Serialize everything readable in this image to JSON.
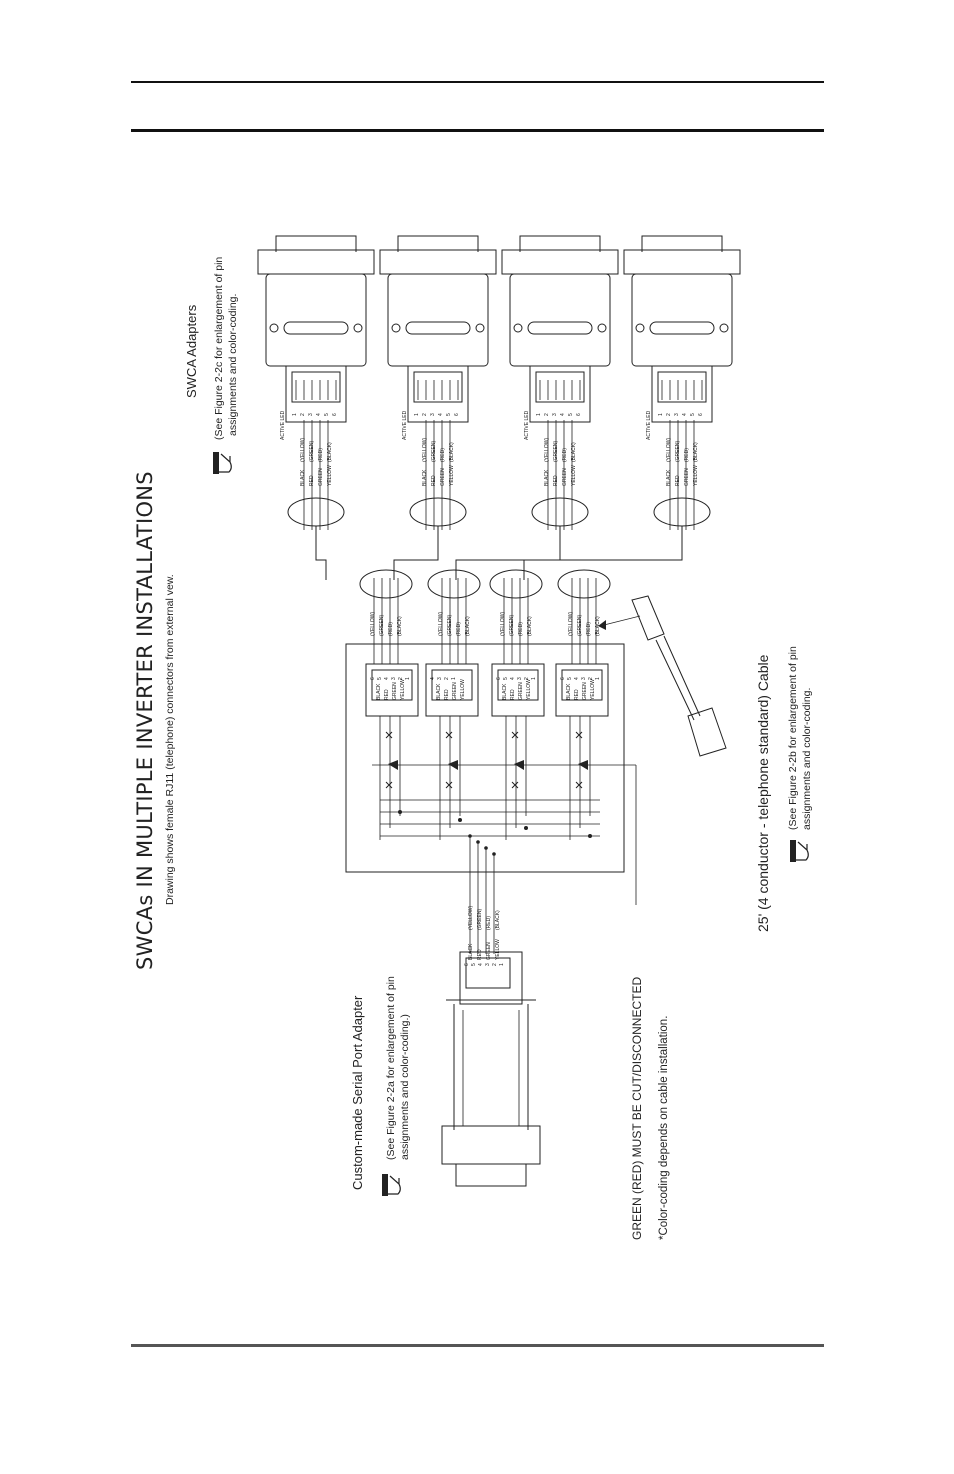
{
  "diagram": {
    "title": "SWCAs IN MULTIPLE INVERTER INSTALLATIONS",
    "subtitle": "Drawing shows female RJ11 (telephone) connectors from external vew.",
    "swca_adapters": {
      "label": "SWCA Adapters",
      "note_line1": "(See Figure 2-2c for enlargement of pin",
      "note_line2": "assignments and color-coding."
    },
    "serial_adapter": {
      "label": "Custom-made Serial Port Adapter",
      "note_line1": "(See Figure 2-2a for enlargement of pin",
      "note_line2": "assignments and color-coding.)"
    },
    "cable": {
      "label": "25' (4 conductor - telephone standard) Cable",
      "note_line1": "(See Figure 2-2b for enlargement of pin",
      "note_line2": "assignments and color-coding."
    },
    "warning": "GREEN (RED) MUST BE CUT/DISCONNECTED",
    "footnote": "*Color-coding depends on cable installation.",
    "active_led_label": "ACTIVE LED",
    "wire_colors": [
      "BLACK",
      "RED",
      "GREEN",
      "YELLOW"
    ],
    "wire_colors_alt": [
      "(YELLOW)",
      "(GREEN)",
      "(RED)",
      "(BLACK)"
    ],
    "pins_four": [
      "4",
      "3",
      "2",
      "1"
    ],
    "pins_six": [
      "6",
      "5",
      "4",
      "3",
      "2",
      "1"
    ],
    "pins_swca": [
      "1",
      "2",
      "3",
      "4",
      "5",
      "6"
    ]
  }
}
